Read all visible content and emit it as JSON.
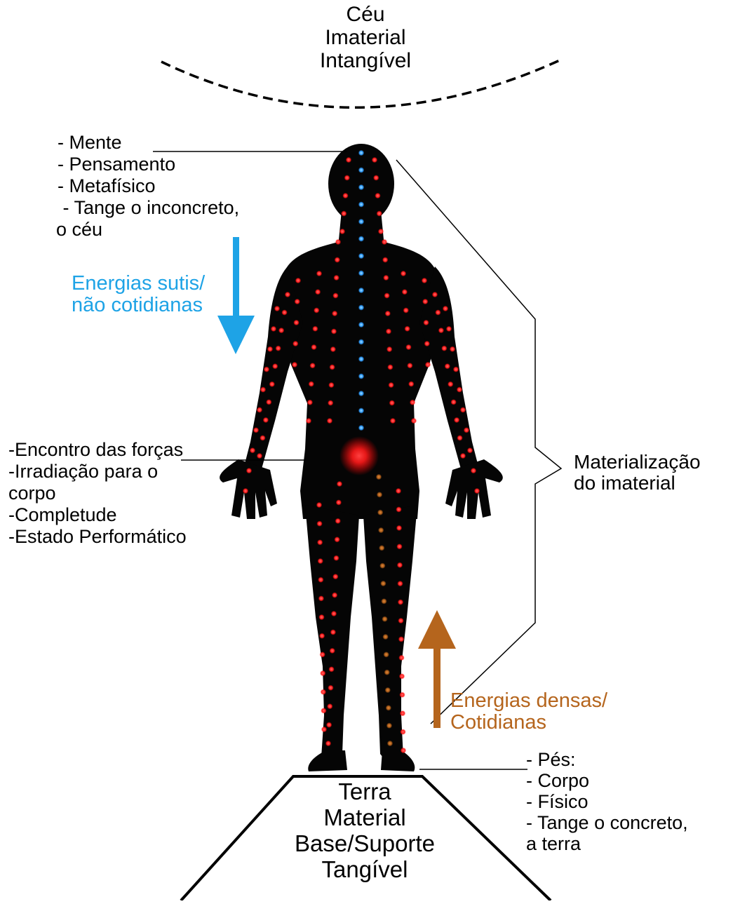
{
  "diagram": {
    "sky_lines": [
      "Céu",
      "Imaterial",
      "Intangível"
    ],
    "mind_labels": [
      "- Mente",
      "- Pensamento",
      "- Metafísico",
      " - Tange o inconcreto,",
      "o céu"
    ],
    "subtle_energy": {
      "lines": [
        "Energias sutis/",
        "não cotidianas"
      ],
      "color": "#1ea3e6"
    },
    "center_labels": [
      "-Encontro das forças",
      "-Irradiação para o",
      "corpo",
      "-Completude",
      "-Estado Performático"
    ],
    "materialization_lines": [
      "Materialização",
      "do imaterial"
    ],
    "dense_energy": {
      "lines": [
        "Energias densas/",
        "Cotidianas"
      ],
      "color": "#b5651d"
    },
    "feet_labels": [
      "- Pés:",
      "- Corpo",
      "- Físico",
      "- Tange o concreto,",
      "a terra"
    ],
    "earth_lines": [
      "Terra",
      "Material",
      "Base/Suporte",
      "Tangível"
    ],
    "colors": {
      "body": "#050505",
      "red_points": "#ff2a2a",
      "blue_points": "#3aa6ff",
      "orange_points": "#b8651e",
      "center_glow": "#ff1a1a"
    }
  }
}
